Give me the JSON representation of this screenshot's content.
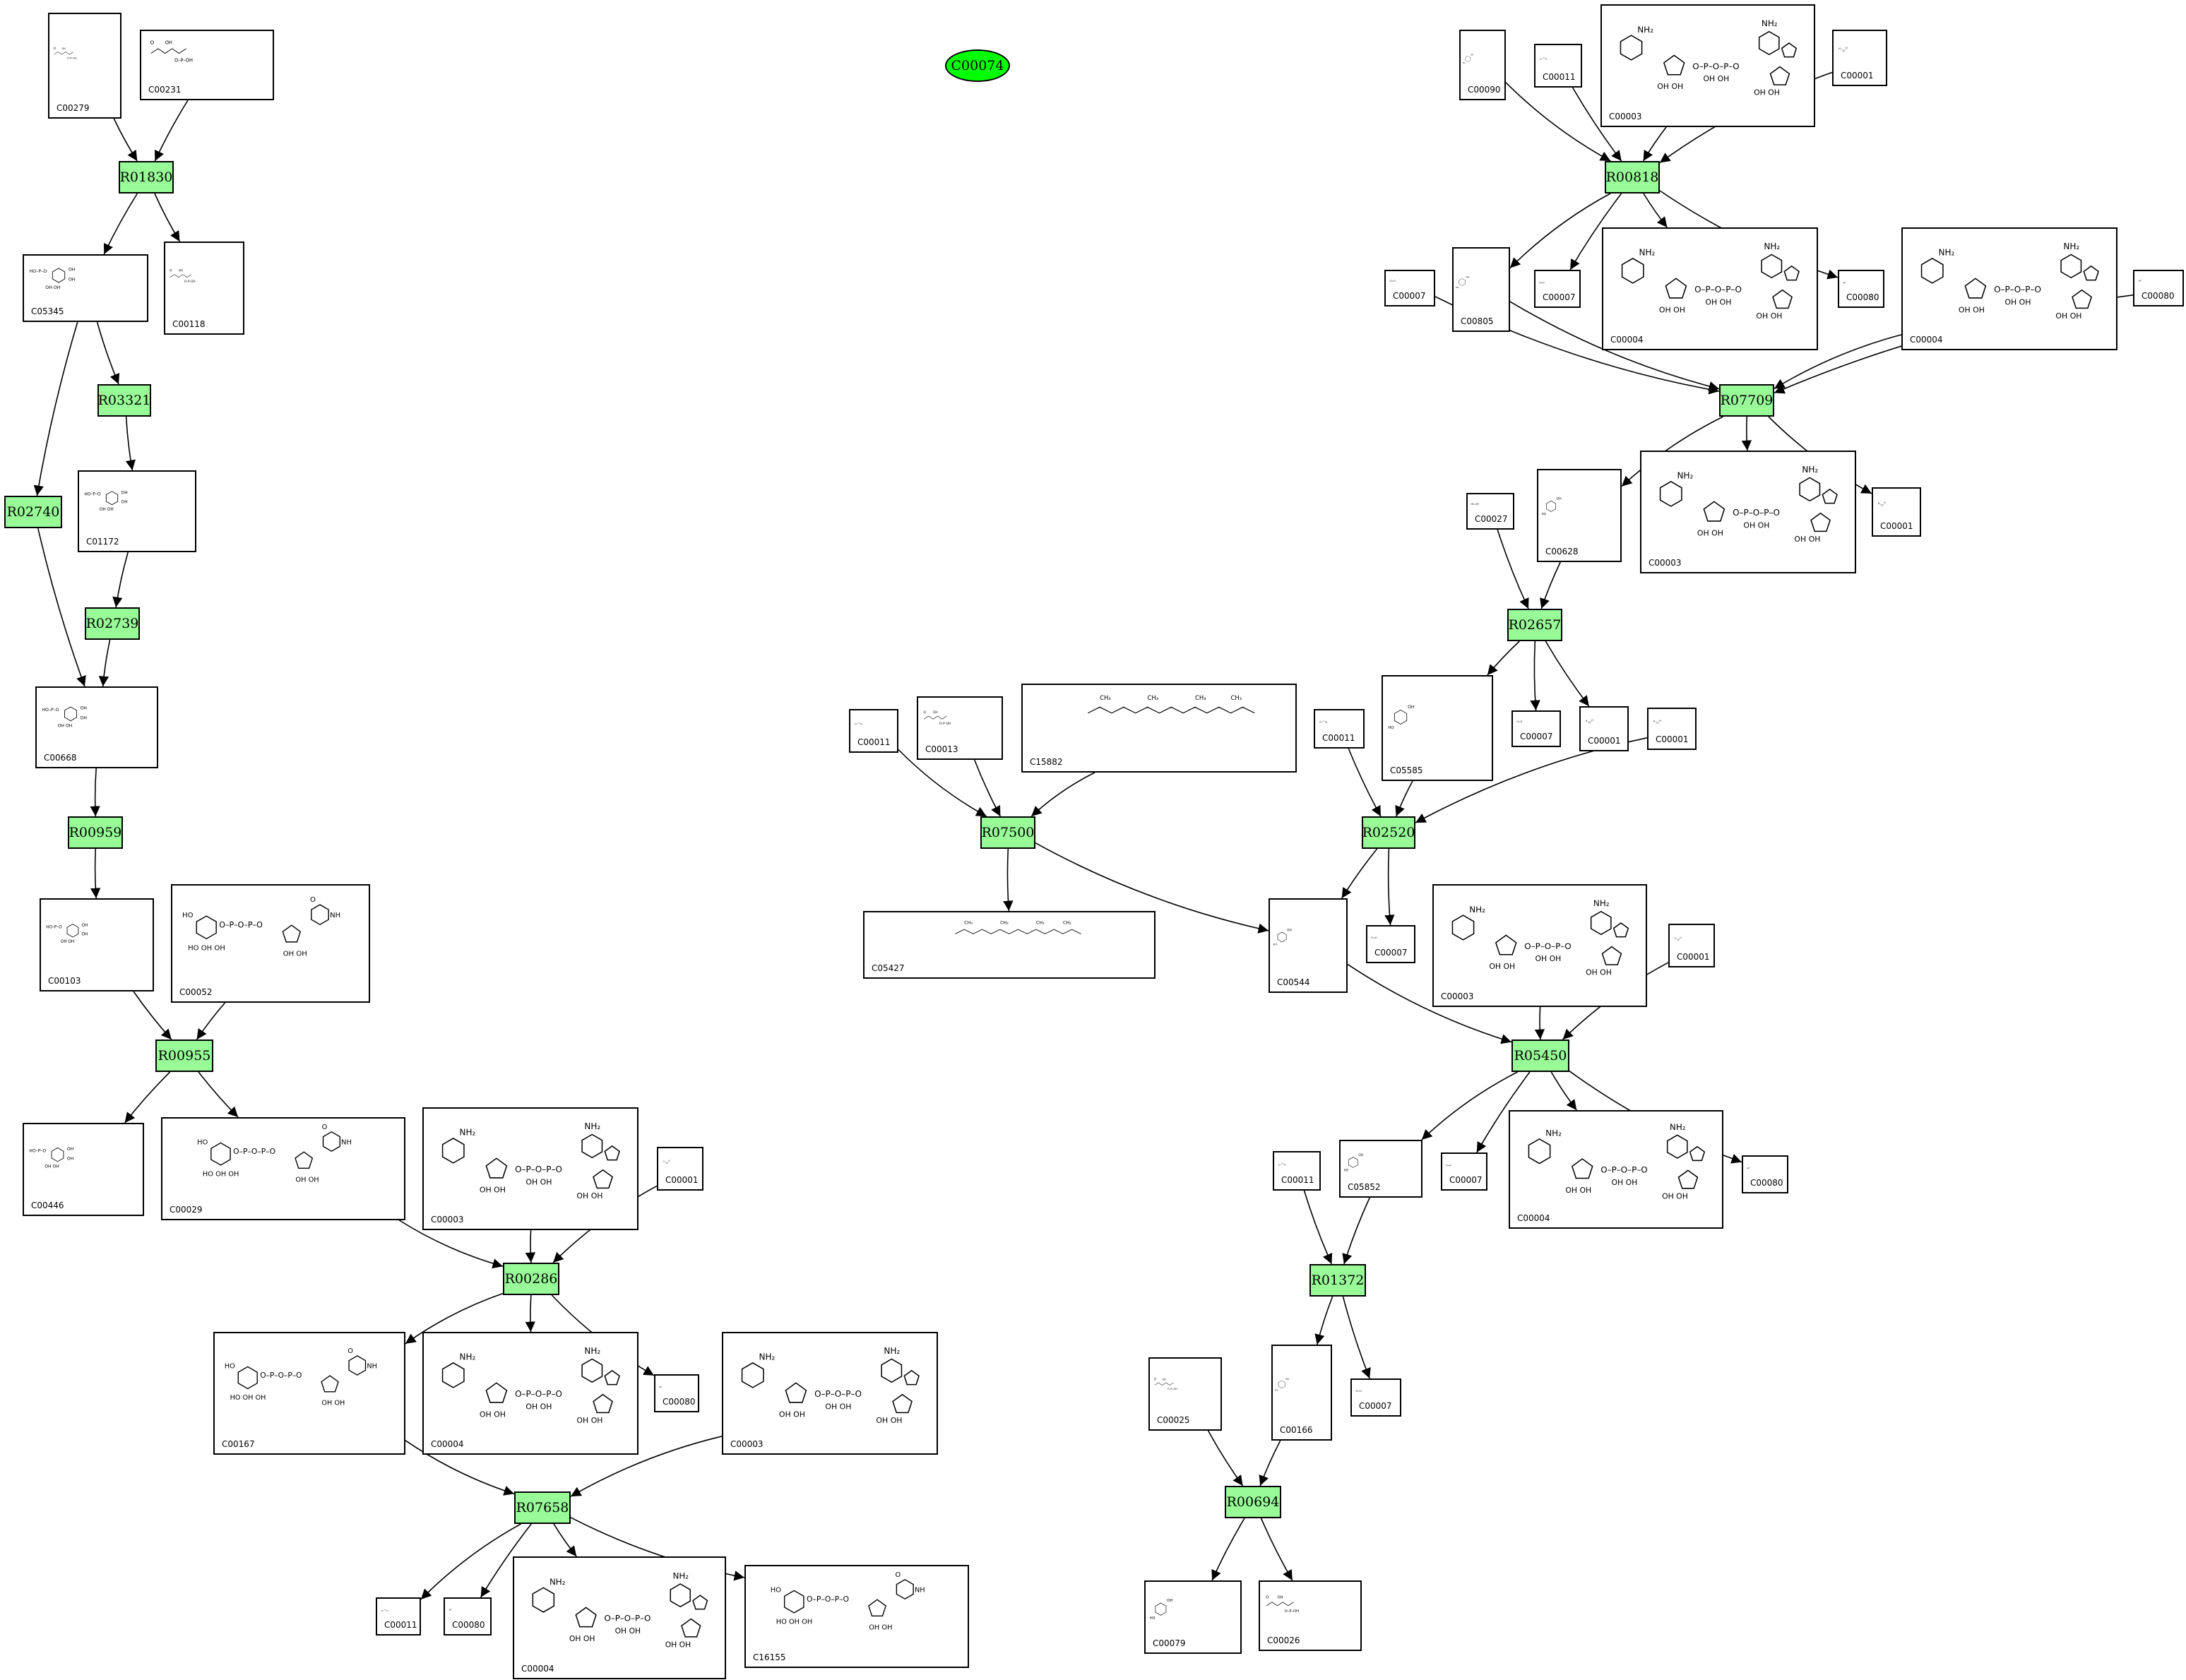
{
  "diagram": {
    "type": "KEGG metabolic reaction network",
    "map_node": {
      "id": "C00074",
      "color": "#00ff00"
    },
    "colors": {
      "reaction_fill": "#98fb98",
      "map_fill": "#00ff00",
      "stroke": "#000000"
    },
    "reactions": [
      {
        "key": "R01830",
        "label": "R01830"
      },
      {
        "key": "R03321",
        "label": "R03321"
      },
      {
        "key": "R02740",
        "label": "R02740"
      },
      {
        "key": "R02739",
        "label": "R02739"
      },
      {
        "key": "R00959",
        "label": "R00959"
      },
      {
        "key": "R00955",
        "label": "R00955"
      },
      {
        "key": "R00286",
        "label": "R00286"
      },
      {
        "key": "R07658",
        "label": "R07658"
      },
      {
        "key": "R00818",
        "label": "R00818"
      },
      {
        "key": "R07709",
        "label": "R07709"
      },
      {
        "key": "R02657",
        "label": "R02657"
      },
      {
        "key": "R07500",
        "label": "R07500"
      },
      {
        "key": "R02520",
        "label": "R02520"
      },
      {
        "key": "R05450",
        "label": "R05450"
      },
      {
        "key": "R01372",
        "label": "R01372"
      },
      {
        "key": "R00694",
        "label": "R00694"
      }
    ],
    "compounds": [
      {
        "key": "c00279",
        "id": "C00279",
        "formula": "O=CH–CH(OH)–CH(OH)–CH2–O–PO3H2"
      },
      {
        "key": "c00231",
        "id": "C00231",
        "formula": "HO–CH2–CO–CH(OH)–CH(OH)–CH2–O–P(=O)(OH)2"
      },
      {
        "key": "c05345",
        "id": "C05345",
        "formula": "HO–P(=O)(OH)–O–[furanose]–CH2OH"
      },
      {
        "key": "c00118",
        "id": "C00118",
        "formula": "O=CH–CH(OH)–CH2–O–P(=O)(OH)2"
      },
      {
        "key": "c01172",
        "id": "C01172",
        "formula": "HO–P(=O)(OH)–O–[pyranose](OH)4"
      },
      {
        "key": "c00668",
        "id": "C00668",
        "formula": "HO–P(=O)(OH)–O–[pyranose](OH)4"
      },
      {
        "key": "c00103",
        "id": "C00103",
        "formula": "[pyranose](OH)4–O–P(=O)(OH)2"
      },
      {
        "key": "c00052",
        "id": "C00052",
        "formula": "[Gal]–O–P–O–P–O–[ribose]–uracil"
      },
      {
        "key": "c00446",
        "id": "C00446",
        "formula": "[pyranose](OH)4–O–P(=O)(OH)2"
      },
      {
        "key": "c00029",
        "id": "C00029",
        "formula": "[Glc]–O–P–O–P–O–[ribose]–uracil"
      },
      {
        "key": "c00003a",
        "id": "C00003",
        "formula": "[nicotinamide]–ribose–O–P–O–P–O–ribose–[adenine]"
      },
      {
        "key": "c00001a",
        "id": "C00001",
        "formula": "H2O"
      },
      {
        "key": "c00167",
        "id": "C00167",
        "formula": "[GlcA]–O–P–O–P–O–[ribose]–uracil"
      },
      {
        "key": "c00004a",
        "id": "C00004",
        "formula": "[dihydronicotinamide]–ribose–O–P–O–P–O–ribose–[adenine]"
      },
      {
        "key": "c00080a",
        "id": "C00080",
        "formula": "H+"
      },
      {
        "key": "c00003b",
        "id": "C00003",
        "formula": "[nicotinamide]–ribose–O–P–O–P–O–ribose–[adenine]"
      },
      {
        "key": "c00011a",
        "id": "C00011",
        "formula": "O=C=O"
      },
      {
        "key": "c00080b",
        "id": "C00080",
        "formula": "H+"
      },
      {
        "key": "c00004b",
        "id": "C00004",
        "formula": "[dihydronicotinamide]–ribose–O–P–O–P–O–ribose–[adenine]"
      },
      {
        "key": "c16155",
        "id": "C16155",
        "formula": "[4-keto sugar]–O–P–O–P–O–[ribose]–uracil"
      },
      {
        "key": "c00090",
        "id": "C00090",
        "formula": "C6H4(OH)2"
      },
      {
        "key": "c00011b",
        "id": "C00011",
        "formula": "O=C=O"
      },
      {
        "key": "c00003c",
        "id": "C00003",
        "formula": "[nicotinamide]–ribose–O–P–O–P–O–ribose–[adenine]"
      },
      {
        "key": "c00001b",
        "id": "C00001",
        "formula": "H2O"
      },
      {
        "key": "c00805",
        "id": "C00805",
        "formula": "C6H4(OH)COOH"
      },
      {
        "key": "c00007a",
        "id": "C00007",
        "formula": "O=O"
      },
      {
        "key": "c00004c",
        "id": "C00004",
        "formula": "[dihydronicotinamide]–ribose–O–P–O–P–O–ribose–[adenine]"
      },
      {
        "key": "c00080c",
        "id": "C00080",
        "formula": "H+"
      },
      {
        "key": "c00007b",
        "id": "C00007",
        "formula": "O=O"
      },
      {
        "key": "c00004d",
        "id": "C00004",
        "formula": "[dihydronicotinamide]–ribose–O–P–O–P–O–ribose–[adenine]"
      },
      {
        "key": "c00080d",
        "id": "C00080",
        "formula": "H+"
      },
      {
        "key": "c00027",
        "id": "C00027",
        "formula": "HO–OH"
      },
      {
        "key": "c00628",
        "id": "C00628",
        "formula": "C6H3(OH)2COOH"
      },
      {
        "key": "c00003d",
        "id": "C00003",
        "formula": "[nicotinamide]–ribose–O–P–O–P–O–ribose–[adenine]"
      },
      {
        "key": "c00001c",
        "id": "C00001",
        "formula": "H2O"
      },
      {
        "key": "c00011c",
        "id": "C00011",
        "formula": "O=C=O"
      },
      {
        "key": "c00013",
        "id": "C00013",
        "formula": "HO–P(=O)(OH)–O–P(=O)(OH)–OH"
      },
      {
        "key": "c15882",
        "id": "C15882",
        "formula": "HO–C6H2(CH3)(OH)–phytyl"
      },
      {
        "key": "c00011d",
        "id": "C00011",
        "formula": "O=C=O"
      },
      {
        "key": "c05585",
        "id": "C05585",
        "formula": "HO–C6H3(OH)–CHO"
      },
      {
        "key": "c00007c",
        "id": "C00007",
        "formula": "O=O"
      },
      {
        "key": "c00001d",
        "id": "C00001",
        "formula": "H2O"
      },
      {
        "key": "c00001e",
        "id": "C00001",
        "formula": "H2O"
      },
      {
        "key": "c05427",
        "id": "C05427",
        "formula": "phytyl–O–P(=O)(OH)–O–P(=O)(OH)–OH"
      },
      {
        "key": "c00007d",
        "id": "C00007",
        "formula": "O=O"
      },
      {
        "key": "c00544",
        "id": "C00544",
        "formula": "HO–C6H3(OH)–CH2–COOH"
      },
      {
        "key": "c00003e",
        "id": "C00003",
        "formula": "[nicotinamide]–ribose–O–P–O–P–O–ribose–[adenine]"
      },
      {
        "key": "c00001f",
        "id": "C00001",
        "formula": "H2O"
      },
      {
        "key": "c05852",
        "id": "C05852",
        "formula": "C6H4(OH)–CH2–COOH"
      },
      {
        "key": "c00007e",
        "id": "C00007",
        "formula": "O=O"
      },
      {
        "key": "c00004e",
        "id": "C00004",
        "formula": "[dihydronicotinamide]–ribose–O–P–O–P–O–ribose–[adenine]"
      },
      {
        "key": "c00080e",
        "id": "C00080",
        "formula": "H+"
      },
      {
        "key": "c00011e",
        "id": "C00011",
        "formula": "O=C=O"
      },
      {
        "key": "c00025",
        "id": "C00025",
        "formula": "HOOC–CH(NH2)–CH2–CH2–COOH"
      },
      {
        "key": "c00166",
        "id": "C00166",
        "formula": "C6H5–CH2–CO–COOH"
      },
      {
        "key": "c00007f",
        "id": "C00007",
        "formula": "O=O"
      },
      {
        "key": "c00079",
        "id": "C00079",
        "formula": "C6H5–CH2–CH(NH2)–COOH"
      },
      {
        "key": "c00026",
        "id": "C00026",
        "formula": "HOOC–CH2–CH2–CO–COOH"
      }
    ],
    "edges": [
      [
        "c00279",
        "R01830"
      ],
      [
        "c00231",
        "R01830"
      ],
      [
        "R01830",
        "c05345"
      ],
      [
        "R01830",
        "c00118"
      ],
      [
        "c05345",
        "R03321"
      ],
      [
        "R03321",
        "c01172"
      ],
      [
        "c01172",
        "R02739"
      ],
      [
        "R02739",
        "c00668"
      ],
      [
        "c05345",
        "R02740"
      ],
      [
        "R02740",
        "c00668"
      ],
      [
        "c00668",
        "R00959"
      ],
      [
        "R00959",
        "c00103"
      ],
      [
        "c00103",
        "R00955"
      ],
      [
        "c00052",
        "R00955"
      ],
      [
        "R00955",
        "c00446"
      ],
      [
        "R00955",
        "c00029"
      ],
      [
        "c00029",
        "R00286"
      ],
      [
        "c00003a",
        "R00286"
      ],
      [
        "c00001a",
        "R00286"
      ],
      [
        "R00286",
        "c00167"
      ],
      [
        "R00286",
        "c00004a"
      ],
      [
        "R00286",
        "c00080a"
      ],
      [
        "c00167",
        "R07658"
      ],
      [
        "c00003b",
        "R07658"
      ],
      [
        "R07658",
        "c00011a"
      ],
      [
        "R07658",
        "c00080b"
      ],
      [
        "R07658",
        "c00004b"
      ],
      [
        "R07658",
        "c16155"
      ],
      [
        "c00090",
        "R00818"
      ],
      [
        "c00011b",
        "R00818"
      ],
      [
        "c00003c",
        "R00818"
      ],
      [
        "c00001b",
        "R00818"
      ],
      [
        "R00818",
        "c00805"
      ],
      [
        "R00818",
        "c00007a"
      ],
      [
        "R00818",
        "c00004c"
      ],
      [
        "R00818",
        "c00080c"
      ],
      [
        "c00007b",
        "R07709"
      ],
      [
        "c00805",
        "R07709"
      ],
      [
        "c00004d",
        "R07709"
      ],
      [
        "c00080d",
        "R07709"
      ],
      [
        "R07709",
        "c00628"
      ],
      [
        "R07709",
        "c00003d"
      ],
      [
        "R07709",
        "c00001c"
      ],
      [
        "c00027",
        "R02657"
      ],
      [
        "c00628",
        "R02657"
      ],
      [
        "R02657",
        "c05585"
      ],
      [
        "R02657",
        "c00007c"
      ],
      [
        "R02657",
        "c00001d"
      ],
      [
        "c00011c",
        "R07500"
      ],
      [
        "c00013",
        "R07500"
      ],
      [
        "c15882",
        "R07500"
      ],
      [
        "R07500",
        "c05427"
      ],
      [
        "R07500",
        "c00544"
      ],
      [
        "c00011d",
        "R02520"
      ],
      [
        "c05585",
        "R02520"
      ],
      [
        "c00001e",
        "R02520"
      ],
      [
        "R02520",
        "c00544"
      ],
      [
        "R02520",
        "c00007d"
      ],
      [
        "c00544",
        "R05450"
      ],
      [
        "c00003e",
        "R05450"
      ],
      [
        "c00001f",
        "R05450"
      ],
      [
        "R05450",
        "c05852"
      ],
      [
        "R05450",
        "c00007e"
      ],
      [
        "R05450",
        "c00004e"
      ],
      [
        "R05450",
        "c00080e"
      ],
      [
        "c00011e",
        "R01372"
      ],
      [
        "c05852",
        "R01372"
      ],
      [
        "R01372",
        "c00166"
      ],
      [
        "R01372",
        "c00007f"
      ],
      [
        "c00025",
        "R00694"
      ],
      [
        "c00166",
        "R00694"
      ],
      [
        "R00694",
        "c00079"
      ],
      [
        "R00694",
        "c00026"
      ]
    ]
  }
}
